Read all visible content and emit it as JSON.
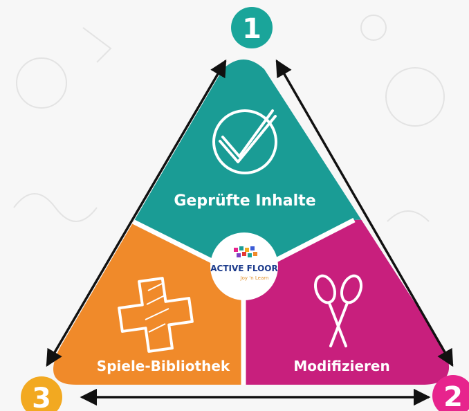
{
  "segments": {
    "top": {
      "label": "Geprüfte Inhalte",
      "color": "#1a9c95",
      "icon": "checkmark-icon"
    },
    "left": {
      "label": "Spiele-Bibliothek",
      "color": "#f08a2a",
      "icon": "plus-icon"
    },
    "right": {
      "label": "Modifizieren",
      "color": "#c81f7d",
      "icon": "scissors-icon"
    }
  },
  "badges": [
    {
      "number": "1",
      "color": "#1aa59a"
    },
    {
      "number": "2",
      "color": "#e7248d"
    },
    {
      "number": "3",
      "color": "#f2a921"
    }
  ],
  "logo": {
    "main_text": "ACTIVE FLOOR",
    "tagline": "Joy 'n Learn"
  },
  "colors": {
    "arrow": "#111111",
    "background": "#f7f7f7"
  }
}
